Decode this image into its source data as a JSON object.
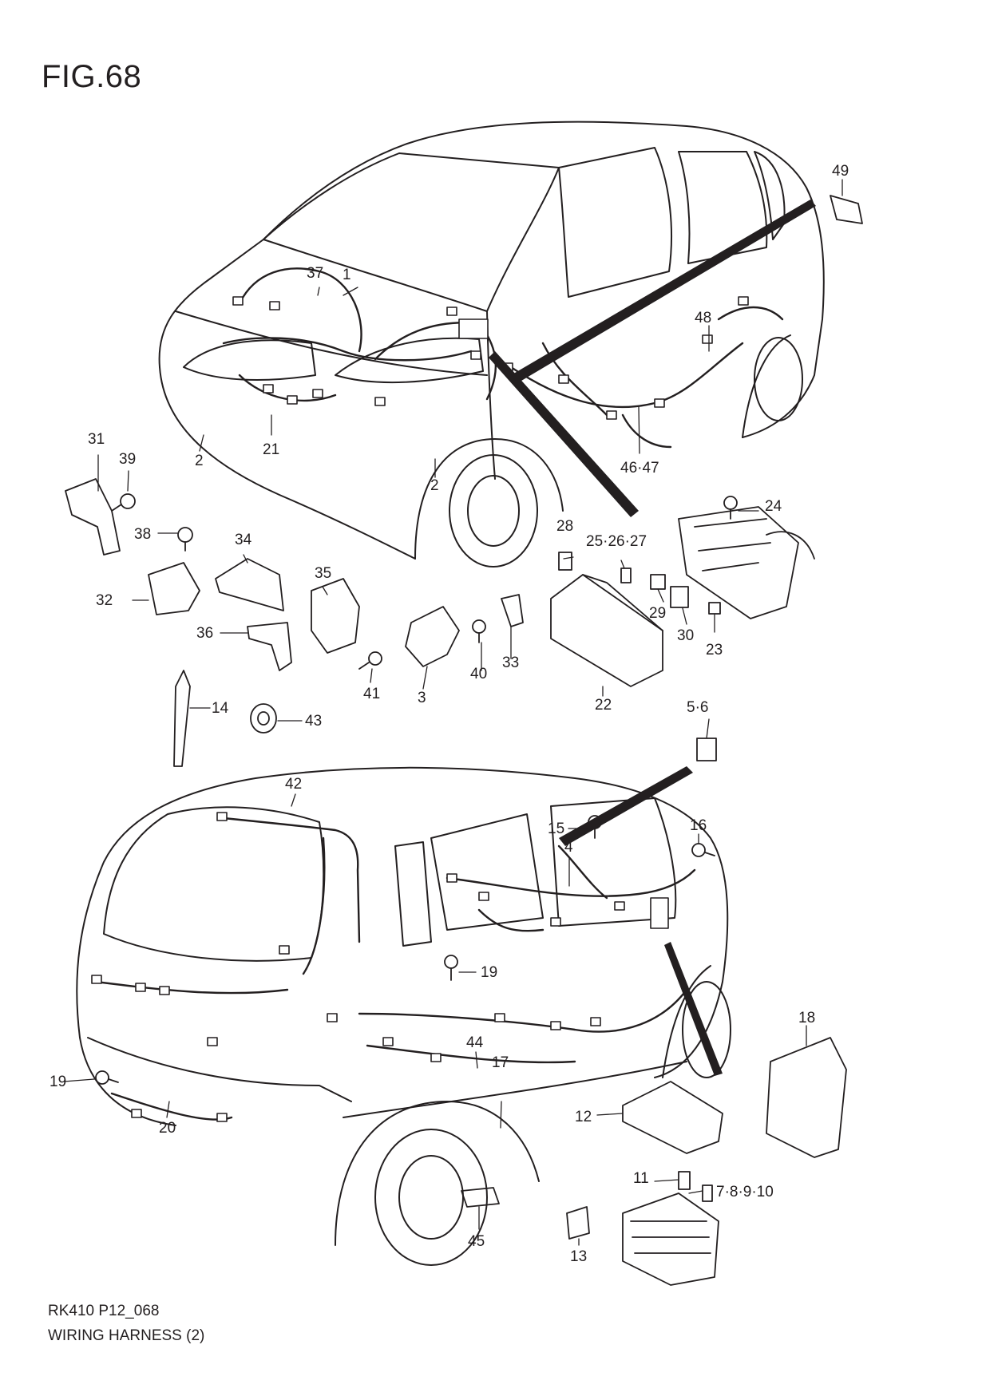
{
  "figure": {
    "title": "FIG.68",
    "code": "RK410 P12_068",
    "caption": "WIRING HARNESS (2)"
  },
  "callouts": [
    "1",
    "2",
    "2",
    "3",
    "4",
    "5·6",
    "7·8·9·10",
    "11",
    "12",
    "13",
    "14",
    "15",
    "16",
    "17",
    "18",
    "19",
    "19",
    "20",
    "21",
    "22",
    "23",
    "24",
    "25·26·27",
    "28",
    "29",
    "30",
    "31",
    "32",
    "33",
    "34",
    "35",
    "36",
    "37",
    "38",
    "39",
    "40",
    "41",
    "42",
    "43",
    "44",
    "45",
    "46·47",
    "48",
    "49"
  ],
  "style": {
    "line_color": "#231f20",
    "background": "#ffffff"
  }
}
